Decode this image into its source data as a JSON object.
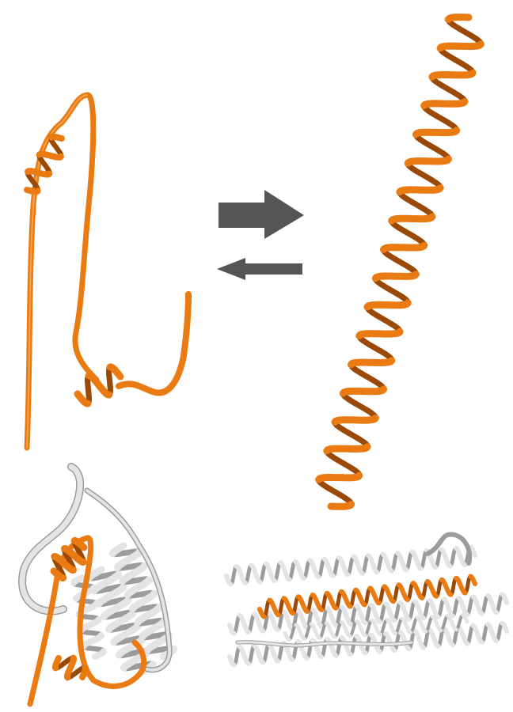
{
  "colors": {
    "highlight": "#ea7a12",
    "highlight_dark": "#9a4a06",
    "highlight_light": "#f7a04a",
    "context": "#e4e4e4",
    "context_dark": "#9c9c9c",
    "arrow": "#555555",
    "background": "#ffffff"
  },
  "panels": [
    {
      "name": "disordered-peptide",
      "description_icon": "unfolded-ribbon-icon"
    },
    {
      "name": "helical-peptide",
      "description_icon": "alpha-helix-icon"
    },
    {
      "name": "globular-complex",
      "description_icon": "folded-bundle-icon"
    },
    {
      "name": "coiled-coil-assembly",
      "description_icon": "helix-bundle-icon"
    }
  ],
  "equilibrium": {
    "forward": "favored",
    "reverse": "disfavored"
  }
}
